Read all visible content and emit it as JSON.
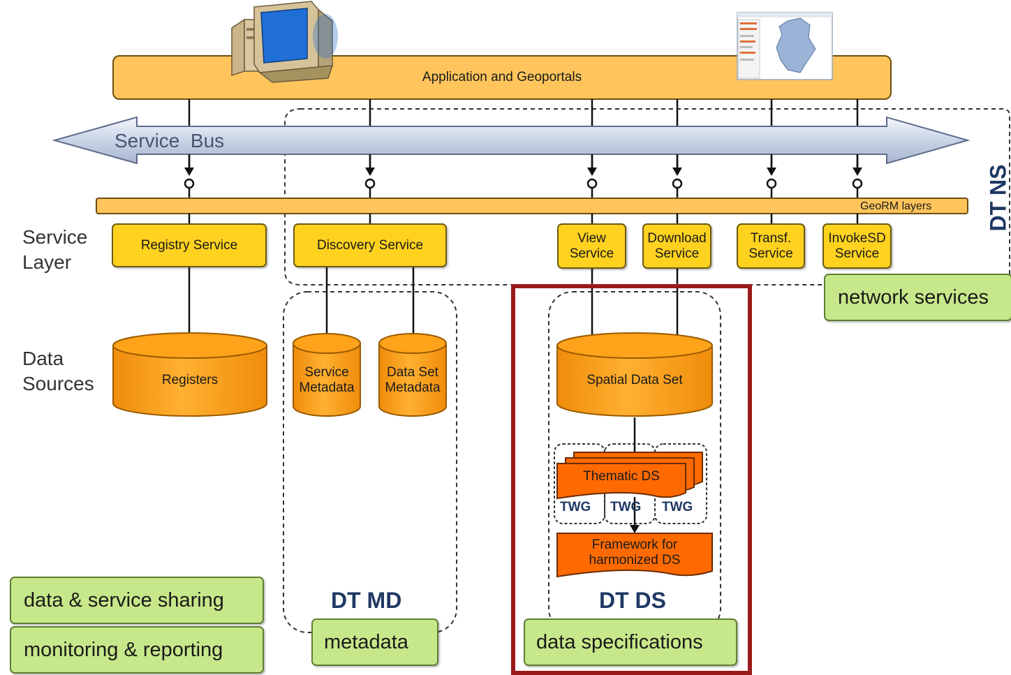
{
  "colors": {
    "app_bar": "#ffc55c",
    "georm_bar": "#ffc55c",
    "service_box": "#ffd21f",
    "database": "#ffa31a",
    "thematic": "#ff6a00",
    "category_box": "#c7e88a",
    "highlight": "#9b1b1b",
    "dt_text": "#1f3864"
  },
  "icons": {
    "computer": "computer-icon",
    "map": "map-thumbnail-icon"
  },
  "top": {
    "app_label": "Application and Geoportals",
    "service_bus": "Service  Bus",
    "georm": "GeoRM layers"
  },
  "side": {
    "service_layer": "Service\nLayer",
    "data_sources": "Data\nSources"
  },
  "services": {
    "registry": "Registry Service",
    "discovery": "Discovery Service",
    "view": "View\nService",
    "download": "Download\nService",
    "transf": "Transf.\nService",
    "invoke": "InvokeSD\nService"
  },
  "data": {
    "registers": "Registers",
    "service_metadata": "Service\nMetadata",
    "dataset_metadata": "Data Set\nMetadata",
    "spatial": "Spatial Data Set",
    "thematic": "Thematic DS",
    "twg": [
      "TWG",
      "TWG",
      "TWG"
    ],
    "framework": "Framework for\nharmonized DS"
  },
  "groups": {
    "dt_ns": "DT NS",
    "dt_md": "DT MD",
    "dt_ds": "DT DS"
  },
  "categories": {
    "network": "network services",
    "sharing": "data & service sharing",
    "monitoring": "monitoring & reporting",
    "metadata": "metadata",
    "specifications": "data specifications"
  }
}
